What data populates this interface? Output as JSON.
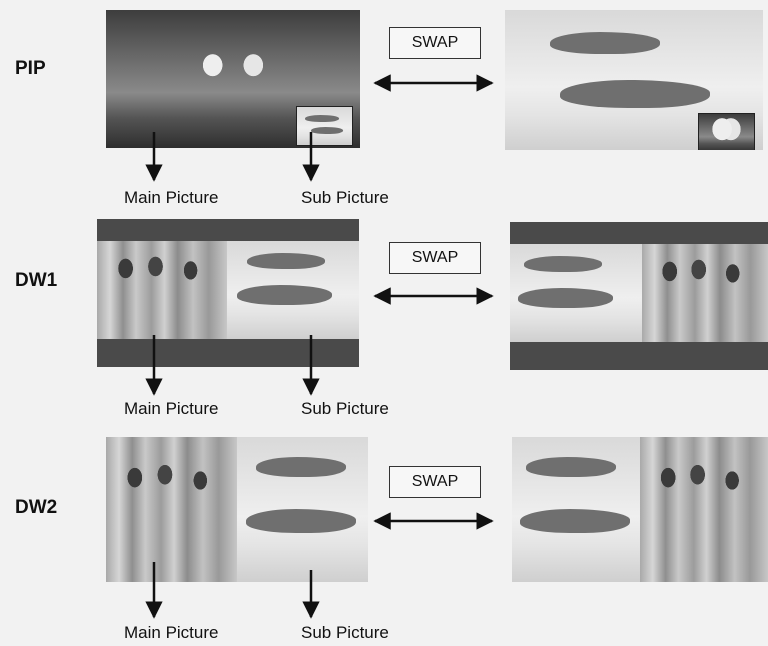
{
  "swap_label": "SWAP",
  "rows": [
    {
      "mode": "PIP",
      "main_caption": "Main Picture",
      "sub_caption": "Sub Picture"
    },
    {
      "mode": "DW1",
      "main_caption": "Main Picture",
      "sub_caption": "Sub Picture"
    },
    {
      "mode": "DW2",
      "main_caption": "Main Picture",
      "sub_caption": "Sub Picture"
    }
  ]
}
